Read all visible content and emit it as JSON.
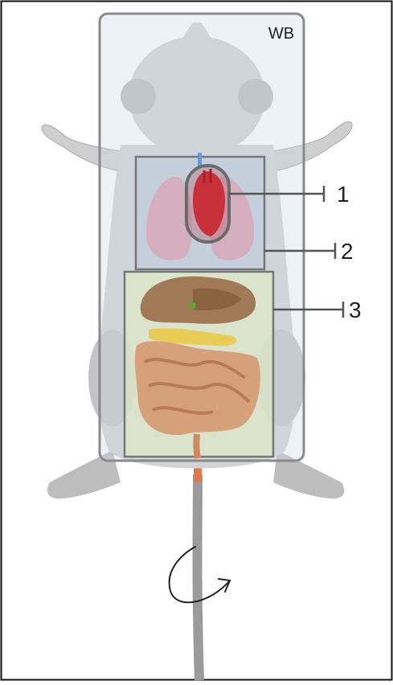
{
  "panel_label": "WB",
  "callouts": [
    {
      "label": "1",
      "target": "heart"
    },
    {
      "label": "2",
      "target": "thorax"
    },
    {
      "label": "3",
      "target": "abdomen"
    }
  ],
  "colors": {
    "frame_outline": "#111111",
    "wb_box_fill": "#c9d9ec",
    "wb_box_stroke": "#8a8a8a",
    "mouse_body": "#d3d3d3",
    "mouse_shadow": "#bcbcbc",
    "lungs": "#d9a6b6",
    "heart": "#c8303a",
    "heart_capsule": "#6b6b6b",
    "thorax_box": "#b9c7de",
    "abdomen_box": "#e2ecc2",
    "intestine": "#d6a07a",
    "stomach": "#a07a56",
    "fat_yellow": "#e9cc58",
    "tail": "#9b9b9b",
    "tail_tip": "#e07850",
    "callout_line": "#555555"
  },
  "icons": {
    "rotation": "rotation-arrow-icon"
  }
}
